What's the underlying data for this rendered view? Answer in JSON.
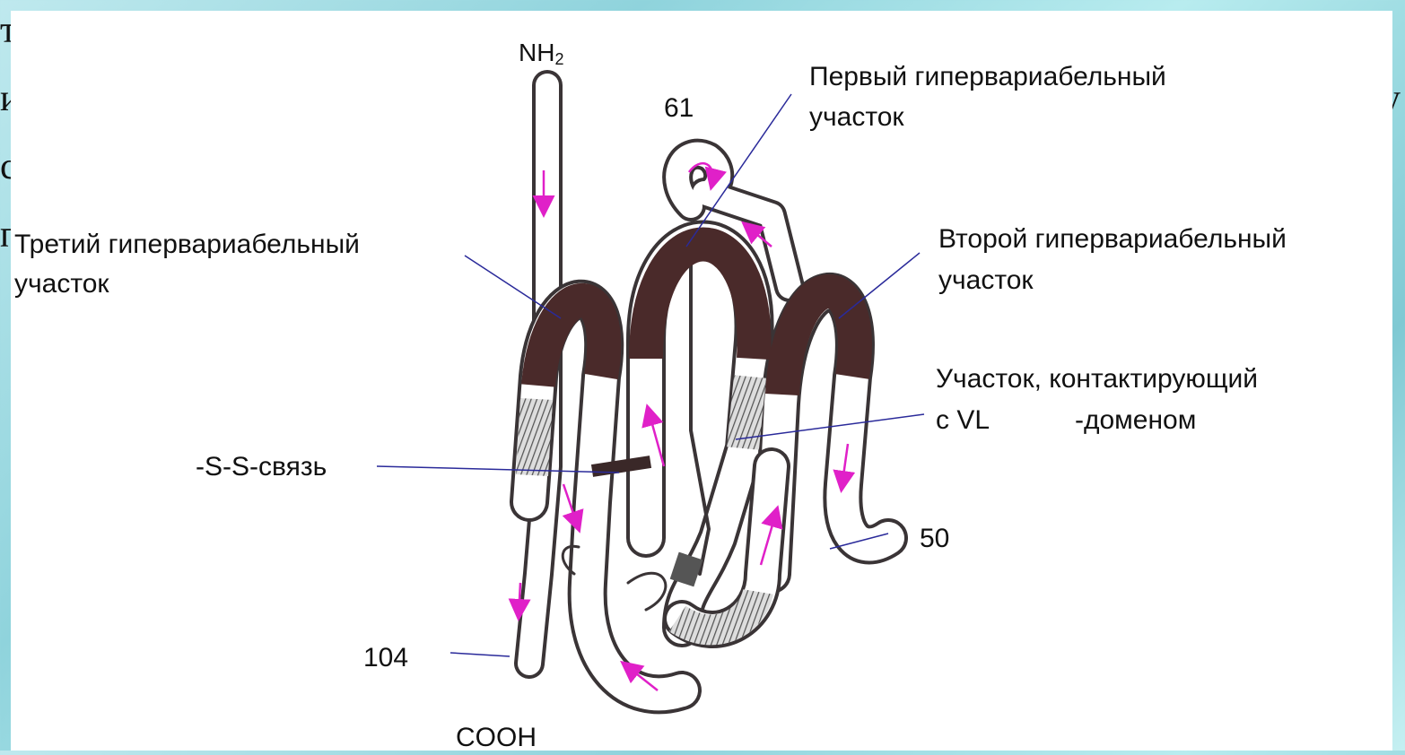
{
  "labels": {
    "nh2": "NH",
    "nh2_sub": "2",
    "num_61": "61",
    "first_hv": [
      "Первый гипервариабельный",
      "участок"
    ],
    "third_hv": [
      "Третий гипервариабельный",
      "участок"
    ],
    "second_hv": [
      "Второй гипервариабельный",
      "участок"
    ],
    "contact": [
      "Участок, контактирующий",
      "с VL",
      "-доменом"
    ],
    "ss_bond": "-S-S-связь",
    "num_50": "50",
    "num_104": "104",
    "cooh": "COOH"
  },
  "background_fragments": [
    "т",
    "и",
    "с",
    "п",
    "у"
  ],
  "colors": {
    "strand_outline": "#3a3436",
    "hypervariable": "#4a2a2a",
    "arrow": "#e020c8",
    "leader": "#2a2a9a",
    "background": "#a6dfe6"
  }
}
